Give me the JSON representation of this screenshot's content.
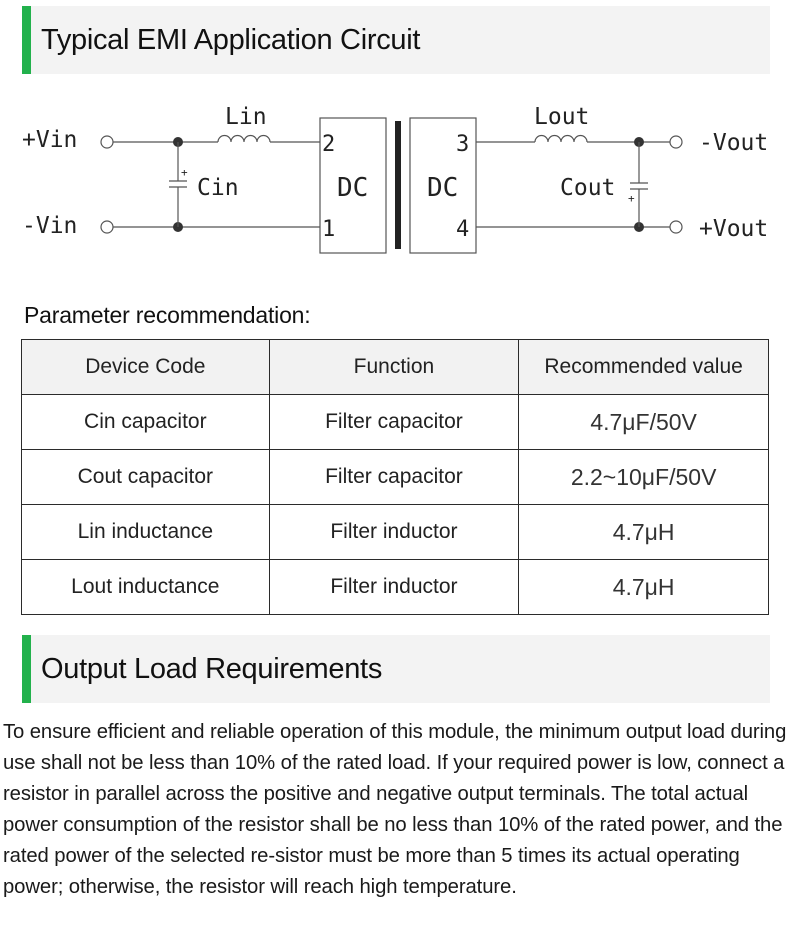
{
  "sections": {
    "emi_title": "Typical EMI Application Circuit",
    "load_title": "Output Load Requirements"
  },
  "circuit": {
    "vin_pos": "+Vin",
    "vin_neg": "-Vin",
    "vout_neg": "-Vout",
    "vout_pos": "+Vout",
    "lin": "Lin",
    "lout": "Lout",
    "cin": "Cin",
    "cout": "Cout",
    "dc_left": "DC",
    "dc_right": "DC",
    "pin2": "2",
    "pin1": "1",
    "pin3": "3",
    "pin4": "4",
    "plus": "+"
  },
  "parameters": {
    "title": "Parameter recommendation:",
    "headers": [
      "Device Code",
      "Function",
      "Recommended value"
    ],
    "rows": [
      [
        "Cin capacitor",
        "Filter capacitor",
        "4.7μF/50V"
      ],
      [
        "Cout capacitor",
        "Filter capacitor",
        "2.2~10μF/50V"
      ],
      [
        "Lin inductance",
        "Filter inductor",
        "4.7μH"
      ],
      [
        "Lout inductance",
        "Filter inductor",
        "4.7μH"
      ]
    ]
  },
  "load_text": "To ensure efficient and reliable operation of this module, the minimum output load during use shall not be less than 10% of the rated load. If your required power is low, connect a resistor in parallel across the positive and negative output terminals. The total actual power consumption of the resistor shall be no less than 10% of the rated power, and the rated power of the selected re-sistor must be more than 5 times its actual operating power; otherwise, the resistor will reach high temperature.",
  "colors": {
    "accent": "#22b14c",
    "header_bg": "#f3f3f3",
    "table_header_bg": "#f2f2f2"
  }
}
